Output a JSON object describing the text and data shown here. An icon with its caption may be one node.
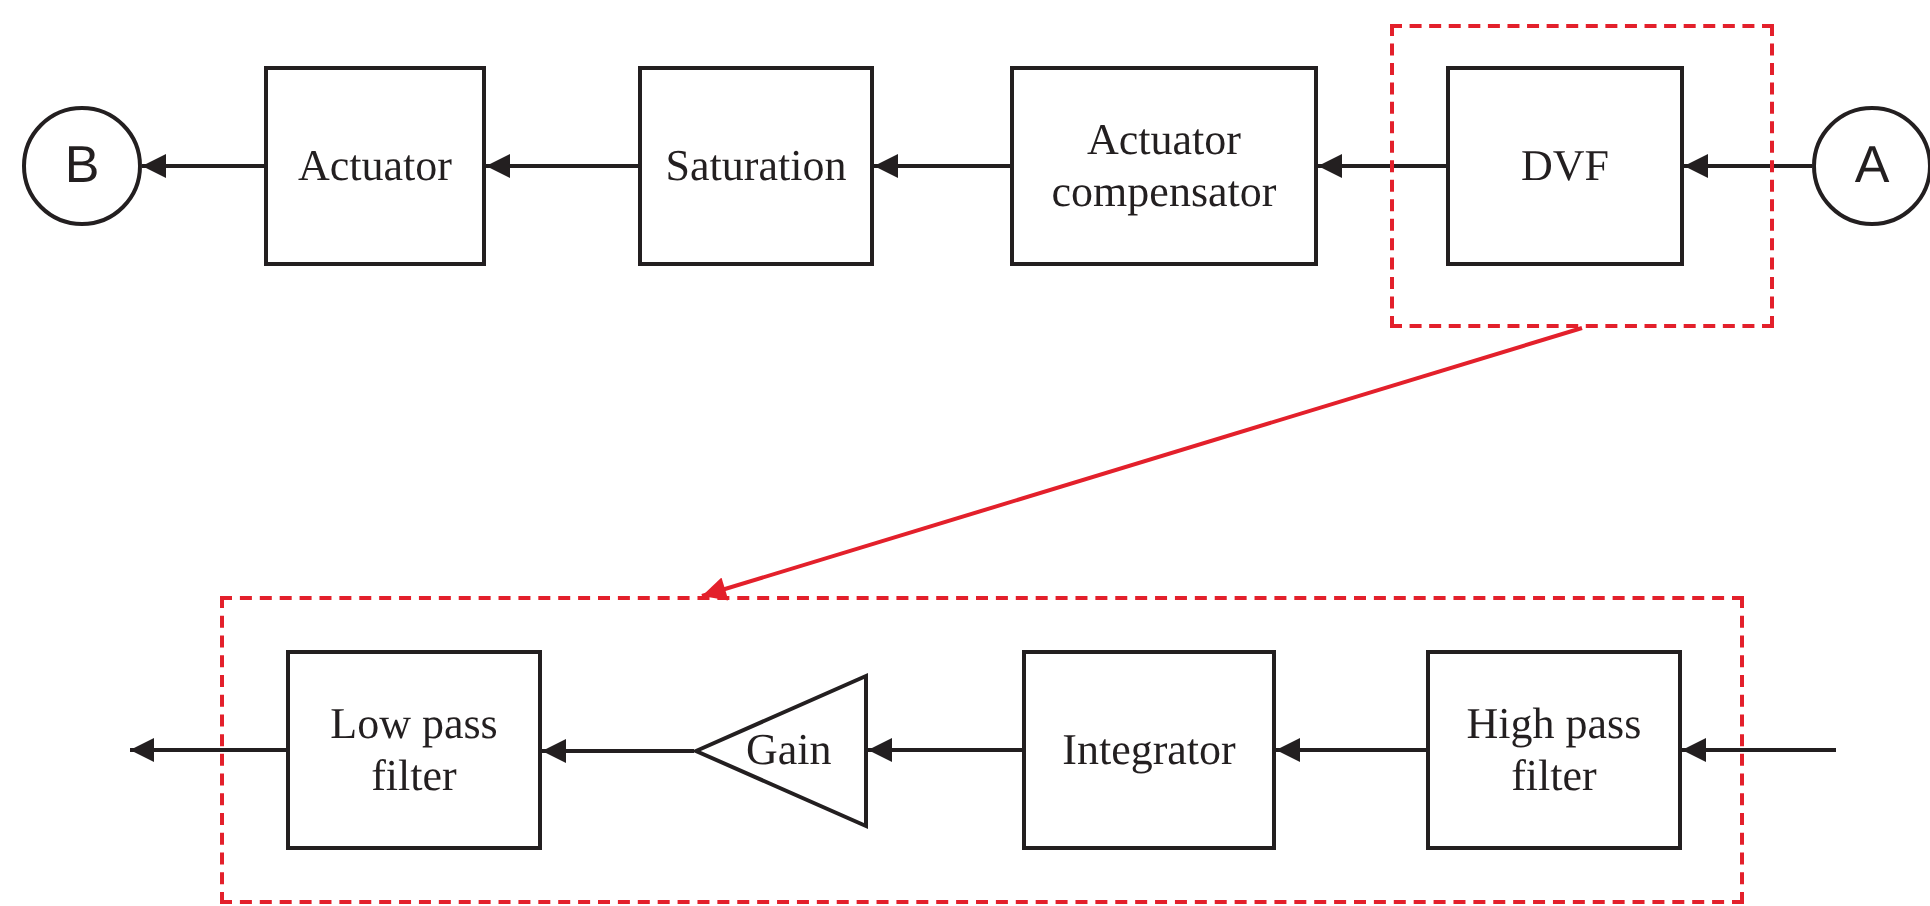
{
  "diagram": {
    "nodes": [
      {
        "text": [
          "B"
        ]
      },
      {
        "text": [
          "Actuator"
        ]
      },
      {
        "text": [
          "Saturation"
        ]
      },
      {
        "text": [
          "Actuator compensator"
        ]
      },
      {
        "text": [],
        "shape": "box"
      },
      {
        "text": [
          "DVF"
        ],
        "in": 4
      },
      {
        "text": [
          "A"
        ]
      },
      {
        "text": [],
        "shape": "box"
      },
      {
        "text": [
          "Low pass filter"
        ],
        "in": 7
      },
      {
        "text": [
          "Gain"
        ],
        "in": 7
      },
      {
        "text": [
          "Integrator"
        ],
        "in": 7
      },
      {
        "text": [
          "High pass filter"
        ],
        "in": 7
      }
    ],
    "edges": [
      {
        "from": 6,
        "to": 5,
        "arrow": "to"
      },
      {
        "from": 5,
        "to": 3,
        "arrow": "to"
      },
      {
        "from": 3,
        "to": 2,
        "arrow": "to"
      },
      {
        "from": 2,
        "to": 1,
        "arrow": "to"
      },
      {
        "from": 1,
        "to": 0,
        "arrow": "to"
      },
      {
        "from": 4,
        "to": 7,
        "arrow": "to",
        "color": "#e3202b"
      },
      {
        "from": null,
        "to": 11,
        "arrow": "to"
      },
      {
        "from": 11,
        "to": 10,
        "arrow": "to"
      },
      {
        "from": 10,
        "to": 9,
        "arrow": "to"
      },
      {
        "from": 9,
        "to": 8,
        "arrow": "to"
      },
      {
        "from": 8,
        "to": null,
        "arrow": "to"
      }
    ]
  }
}
